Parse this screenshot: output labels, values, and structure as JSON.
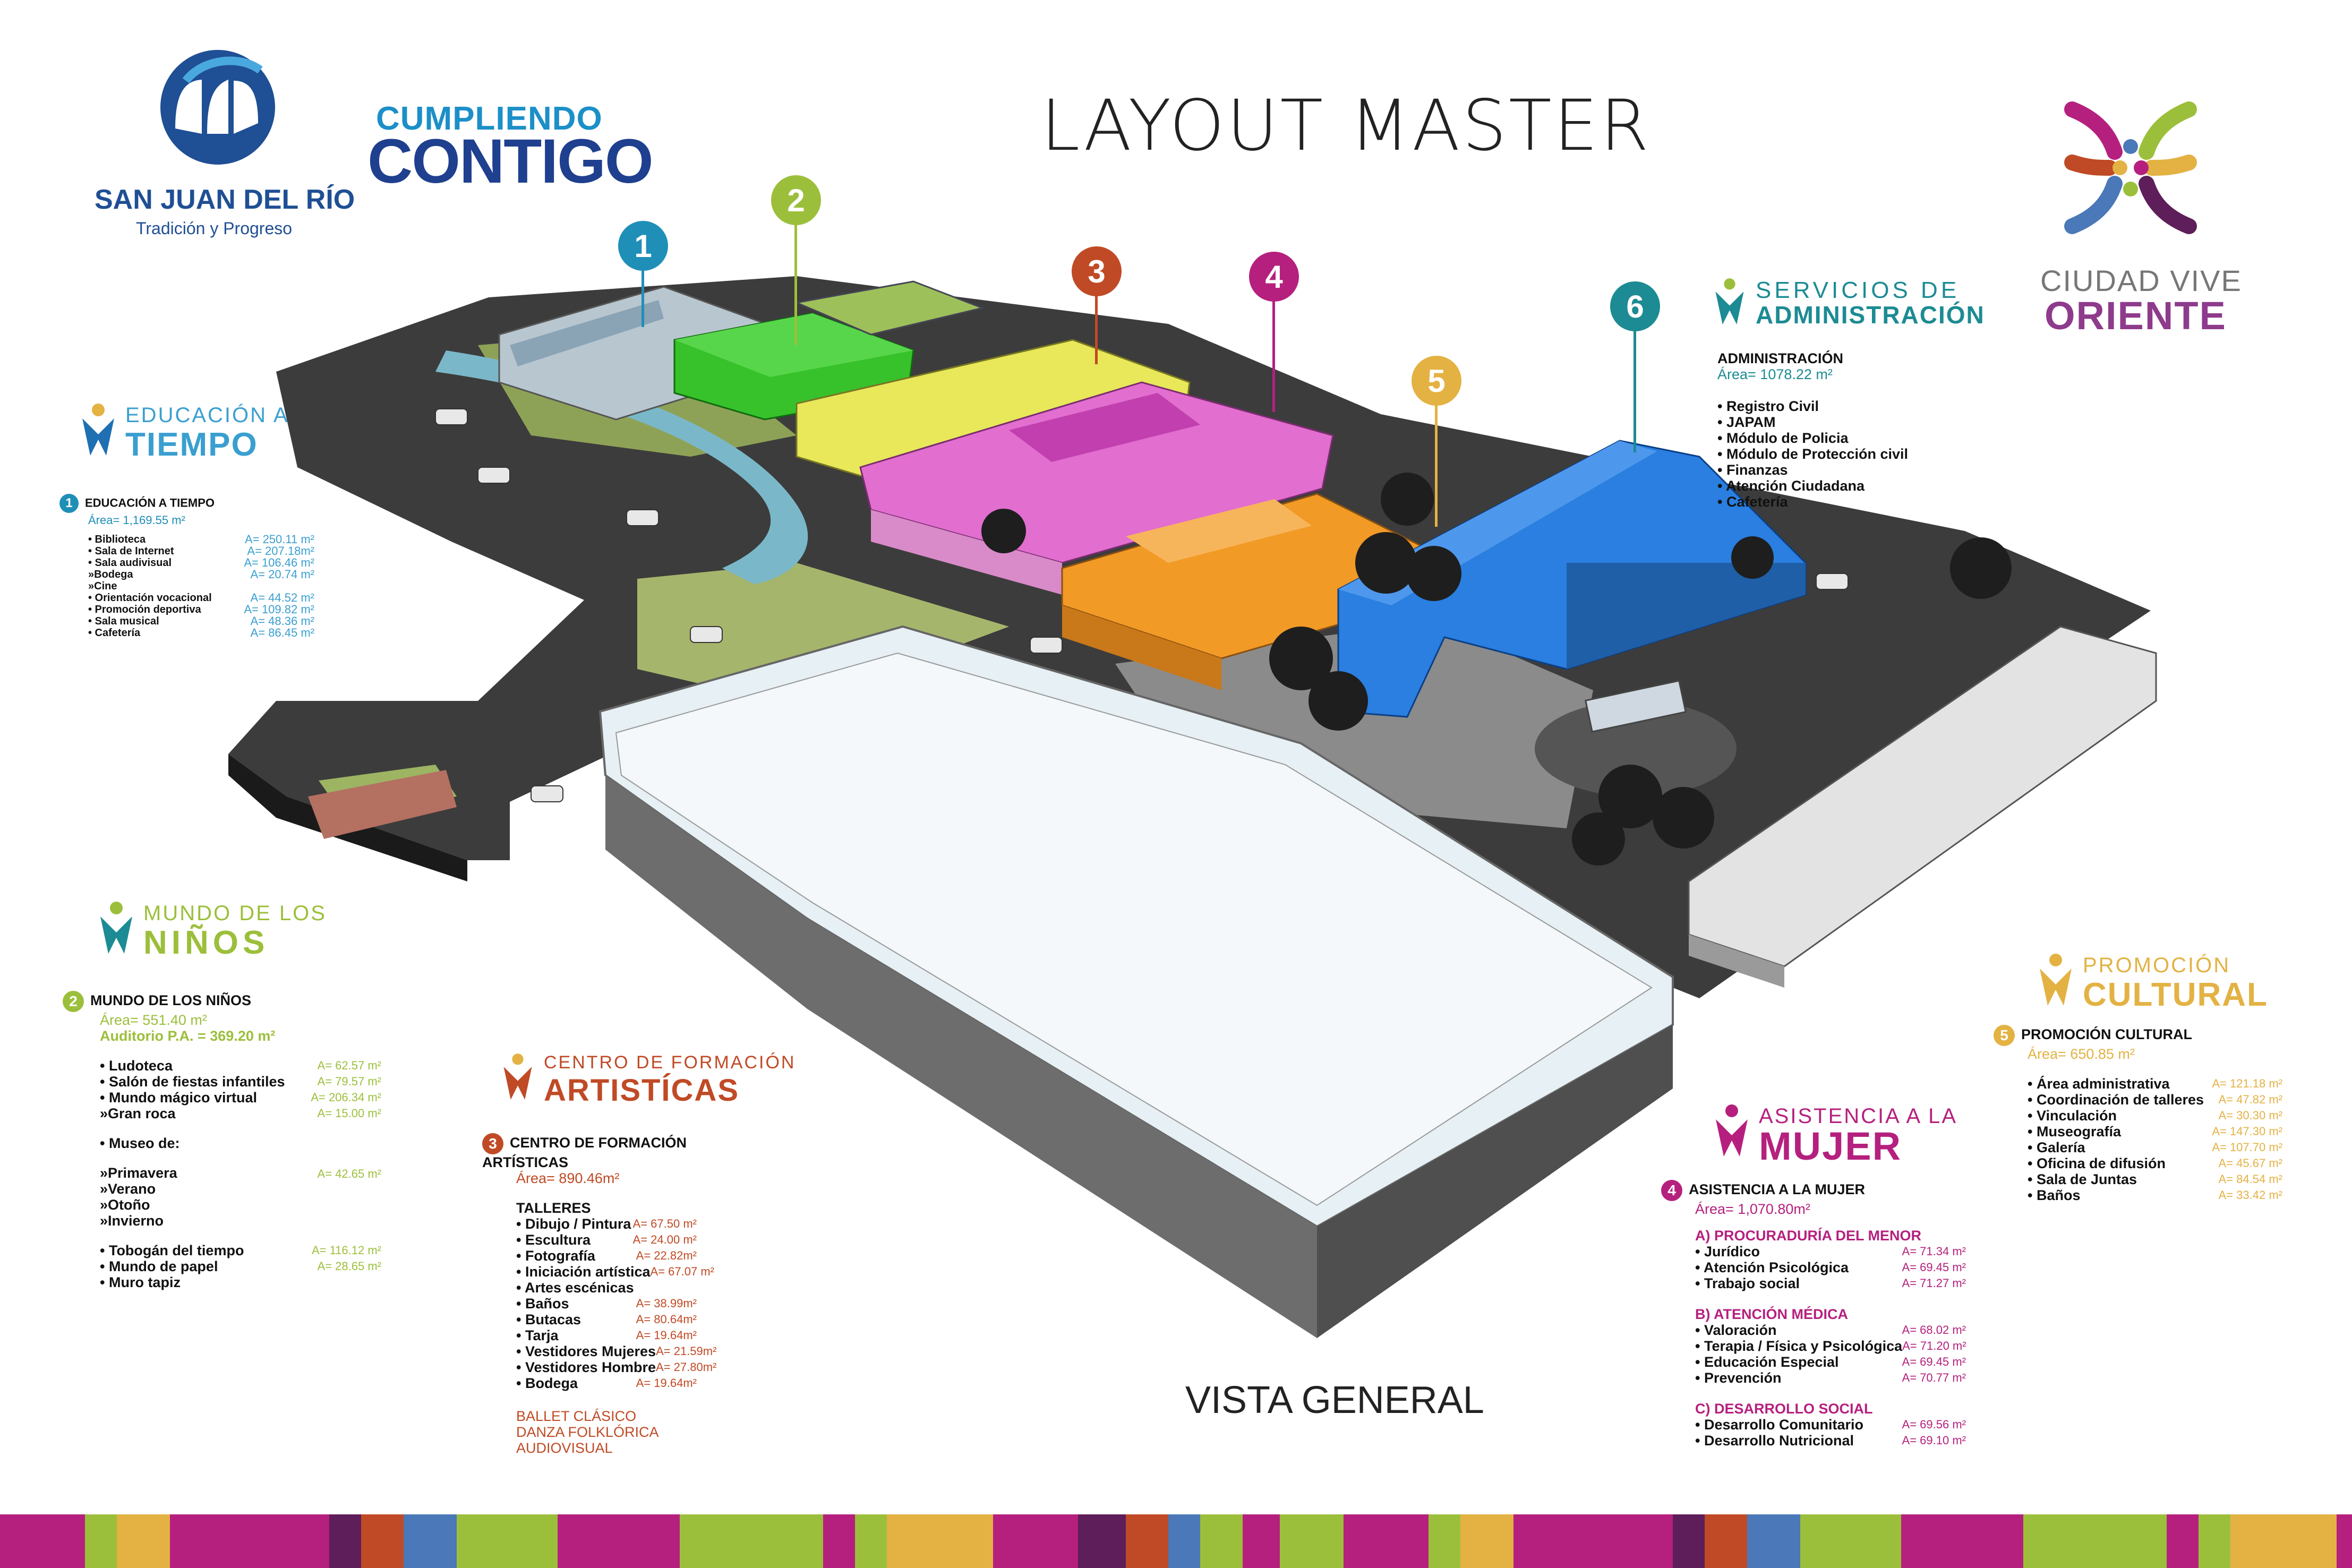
{
  "header": {
    "title": "LAYOUT MASTER",
    "footer_caption": "VISTA GENERAL"
  },
  "logos": {
    "municipio": {
      "city": "SAN JUAN DEL RÍO",
      "tagline": "Tradición y Progreso",
      "mark": "m-logo-icon",
      "color": "#1f4f94"
    },
    "campaign": {
      "line1": "CUMPLIENDO",
      "line2": "CONTIGO"
    },
    "ciudad": {
      "line1": "CIUDAD VIVE",
      "line2": "ORIENTE",
      "mark": "pinwheel-logo-icon"
    }
  },
  "pins": [
    {
      "n": "1",
      "color": "#1f8fb8"
    },
    {
      "n": "2",
      "color": "#9cbf3b"
    },
    {
      "n": "3",
      "color": "#c04a25"
    },
    {
      "n": "4",
      "color": "#b5207e"
    },
    {
      "n": "5",
      "color": "#e3b243"
    },
    {
      "n": "6",
      "color": "#1c8b93"
    }
  ],
  "sections": {
    "educacion": {
      "small": "EDUCACIÓN A",
      "big": "TIEMPO",
      "color": "#3a9fd0",
      "badge": "1",
      "heading": "EDUCACIÓN A TIEMPO",
      "area": "Área= 1,169.55 m²",
      "items": [
        {
          "name": "• Biblioteca",
          "area": "A= 250.11 m²"
        },
        {
          "name": "• Sala de Internet",
          "area": "A= 207.18m²"
        },
        {
          "name": "• Sala audivisual",
          "area": "A= 106.46 m²"
        },
        {
          "name": "      »Bodega",
          "area": "A= 20.74 m²"
        },
        {
          "name": "      »Cine",
          "area": ""
        },
        {
          "name": "• Orientación vocacional",
          "area": "A= 44.52 m²"
        },
        {
          "name": "• Promoción deportiva",
          "area": "A= 109.82 m²"
        },
        {
          "name": "• Sala musical",
          "area": "A= 48.36 m²"
        },
        {
          "name": "• Cafetería",
          "area": "A= 86.45 m²"
        }
      ]
    },
    "ninos": {
      "small": "MUNDO DE LOS",
      "big": "NIÑOS",
      "color": "#9cbf3b",
      "badge": "2",
      "heading": "MUNDO DE LOS NIÑOS",
      "area": "Área= 551.40 m²",
      "area2": "Auditorio P.A. = 369.20 m²",
      "items": [
        {
          "name": "• Ludoteca",
          "area": "A= 62.57 m²"
        },
        {
          "name": "• Salón de fiestas infantiles",
          "area": "A= 79.57 m²"
        },
        {
          "name": "• Mundo mágico virtual",
          "area": "A= 206.34 m²"
        },
        {
          "name": "      »Gran roca",
          "area": "A= 15.00 m²"
        }
      ],
      "museo_label": "• Museo de:",
      "museo": [
        "»Primavera",
        "»Verano",
        "»Otoño",
        "»Invierno"
      ],
      "museo_area": "A= 42.65 m²",
      "items2": [
        {
          "name": "• Tobogán del tiempo",
          "area": "A= 116.12 m²"
        },
        {
          "name": "• Mundo de papel",
          "area": "A= 28.65 m²"
        },
        {
          "name": "• Muro tapiz",
          "area": ""
        }
      ]
    },
    "artisticas": {
      "small": "CENTRO DE FORMACIÓN",
      "big": "ARTISTÍCAS",
      "color": "#c04a25",
      "badge": "3",
      "heading": "CENTRO DE FORMACIÓN ARTÍSTICAS",
      "area": "Área= 890.46m²",
      "sub": "TALLERES",
      "items": [
        {
          "name": "• Dibujo / Pintura",
          "area": "A= 67.50 m²"
        },
        {
          "name": "• Escultura",
          "area": "A= 24.00 m²"
        },
        {
          "name": "• Fotografía",
          "area": "A= 22.82m²"
        },
        {
          "name": "• Iniciación artística",
          "area": "A= 67.07 m²"
        },
        {
          "name": "• Artes escénicas",
          "area": ""
        },
        {
          "name": "• Baños",
          "area": "A= 38.99m²"
        },
        {
          "name": "• Butacas",
          "area": "A= 80.64m²"
        },
        {
          "name": "• Tarja",
          "area": "A= 19.64m²"
        },
        {
          "name": "• Vestidores Mujeres",
          "area": "A= 21.59m²"
        },
        {
          "name": "• Vestidores Hombre",
          "area": "A= 27.80m²"
        },
        {
          "name": "• Bodega",
          "area": "A= 19.64m²"
        }
      ],
      "extras": [
        "BALLET CLÁSICO",
        "DANZA FOLKLÓRICA",
        "AUDIOVISUAL"
      ]
    },
    "mujer": {
      "small": "ASISTENCIA A LA",
      "big": "MUJER",
      "color": "#b5207e",
      "badge": "4",
      "heading": "ASISTENCIA A LA MUJER",
      "area": "Área= 1,070.80m²",
      "groups": [
        {
          "title": "A) PROCURADURÍA DEL MENOR",
          "items": [
            {
              "name": "• Jurídico",
              "area": "A= 71.34 m²"
            },
            {
              "name": "• Atención Psicológica",
              "area": "A= 69.45 m²"
            },
            {
              "name": "• Trabajo social",
              "area": "A= 71.27 m²"
            }
          ]
        },
        {
          "title": "B) ATENCIÓN MÉDICA",
          "items": [
            {
              "name": "• Valoración",
              "area": "A= 68.02 m²"
            },
            {
              "name": "• Terapia / Física y Psicológica",
              "area": "A= 71.20 m²"
            },
            {
              "name": "• Educación Especial",
              "area": "A= 69.45 m²"
            },
            {
              "name": "• Prevención",
              "area": "A= 70.77 m²"
            }
          ]
        },
        {
          "title": "C) DESARROLLO SOCIAL",
          "items": [
            {
              "name": "• Desarrollo Comunitario",
              "area": "A= 69.56 m²"
            },
            {
              "name": "• Desarrollo Nutricional",
              "area": "A= 69.10 m²"
            }
          ]
        }
      ]
    },
    "cultural": {
      "small": "PROMOCIÓN",
      "big": "CULTURAL",
      "color": "#e3b243",
      "badge": "5",
      "heading": "PROMOCIÓN CULTURAL",
      "area": "Área= 650.85 m²",
      "items": [
        {
          "name": "• Área administrativa",
          "area": "A= 121.18 m²"
        },
        {
          "name": "• Coordinación de talleres",
          "area": "A= 47.82 m²"
        },
        {
          "name": "• Vinculación",
          "area": "A= 30.30 m²"
        },
        {
          "name": "• Museografía",
          "area": "A= 147.30 m²"
        },
        {
          "name": "• Galería",
          "area": "A= 107.70 m²"
        },
        {
          "name": "• Oficina de difusión",
          "area": "A= 45.67 m²"
        },
        {
          "name": "• Sala de Juntas",
          "area": "A= 84.54 m²"
        },
        {
          "name": "• Baños",
          "area": "A= 33.42 m²"
        }
      ]
    },
    "admin": {
      "small": "SERVICIOS DE",
      "big": "ADMINISTRACIÓN",
      "color": "#1c8b93",
      "heading": "ADMINISTRACIÓN",
      "area": "Área= 1078.22 m²",
      "items": [
        "• Registro Civil",
        "• JAPAM",
        "• Módulo de Policia",
        "• Módulo de Protección civil",
        "• Finanzas",
        "• Atención Ciudadana",
        "• Cafetería"
      ]
    }
  },
  "footer_bar_colors": [
    "#b5207e",
    "#9cbf3b",
    "#e3b243",
    "#b5207e",
    "#5d1e5a",
    "#c04a25",
    "#4a78b8",
    "#9cbf3b",
    "#b5207e",
    "#9cbf3b"
  ]
}
